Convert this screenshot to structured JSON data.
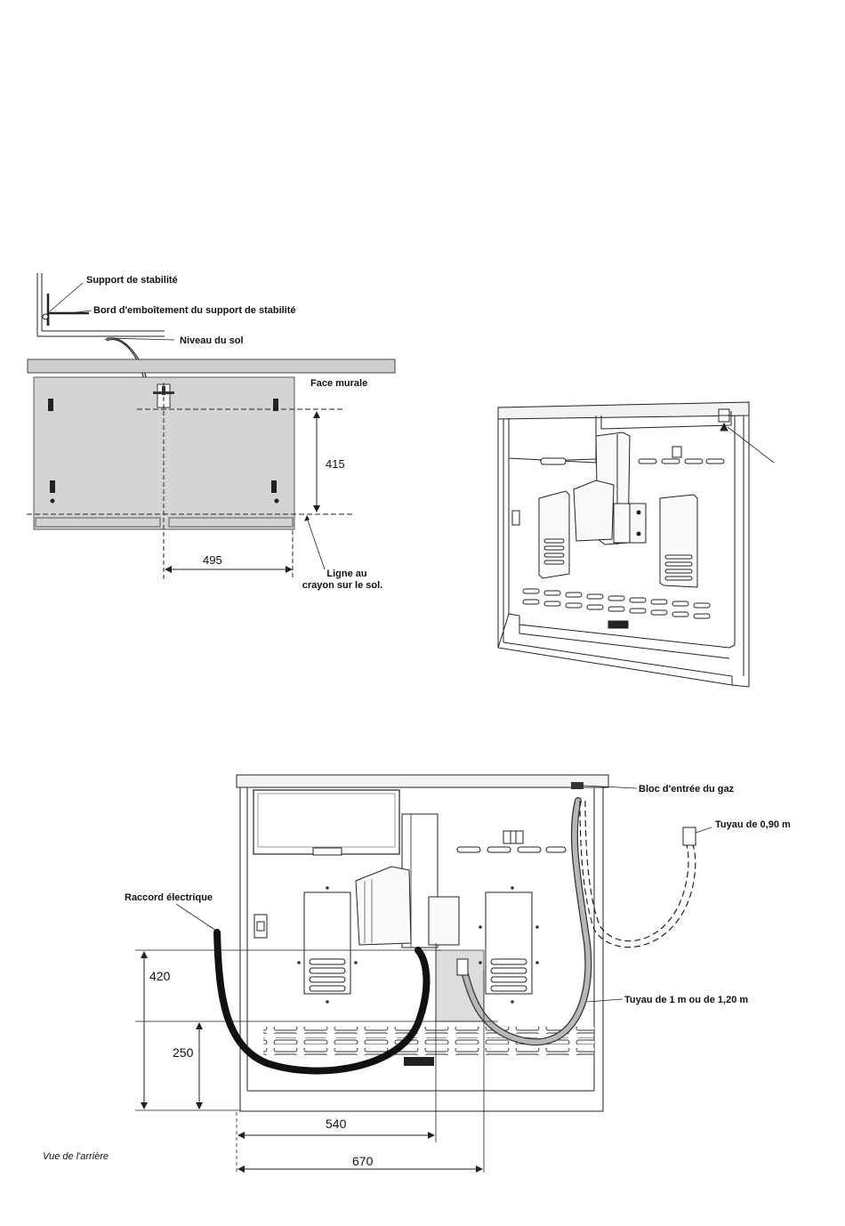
{
  "diagram_top": {
    "labels": {
      "stability_bracket": "Support de stabilité",
      "bracket_edge": "Bord d'emboîtement du support de stabilité",
      "floor_level": "Niveau du sol",
      "wall_face": "Face murale",
      "pencil_line_1": "Ligne au",
      "pencil_line_2": "crayon sur le sol."
    },
    "dimensions": {
      "height": "415",
      "width": "495"
    }
  },
  "diagram_bottom": {
    "labels": {
      "gas_inlet": "Bloc d'entrée du gaz",
      "hose_090": "Tuyau de 0,90 m",
      "electrical": "Raccord électrique",
      "hose_1m": "Tuyau de 1 m ou de 1,20 m",
      "rear_view": "Vue de l'arrière"
    },
    "dimensions": {
      "h420": "420",
      "h250": "250",
      "w540": "540",
      "w670": "670"
    }
  }
}
